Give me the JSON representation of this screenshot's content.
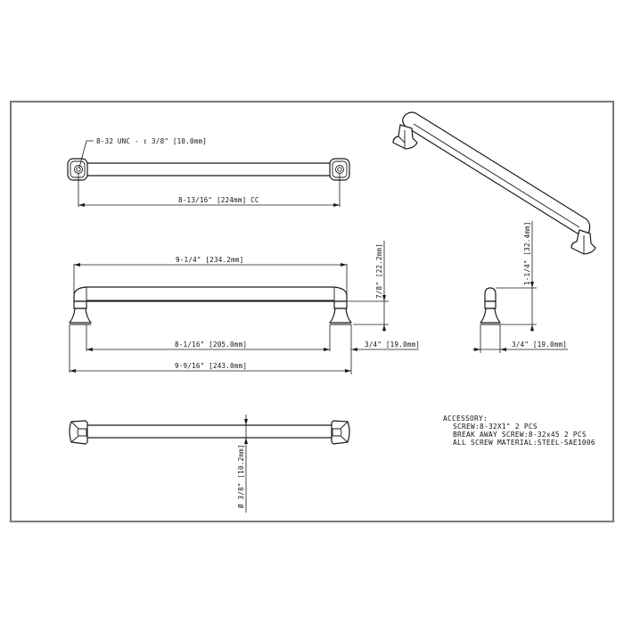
{
  "drawing": {
    "title": "Cabinet pull technical drawing",
    "colors": {
      "frame": "#7a7a7a",
      "line": "#1a1a1a",
      "background": "#ffffff"
    }
  },
  "top_view": {
    "hole_callout": "8-32 UNC - ↧ 3/8\" [10.0mm]",
    "center_to_center": "8-13/16\" [224mm] CC"
  },
  "front_view": {
    "bar_length": "9-1/4\" [234.2mm]",
    "bar_height": "7/8\" [22.2mm]",
    "inner_length": "8-1/16\" [205.0mm]",
    "foot_width": "3/4\" [19.0mm]",
    "overall_length": "9-9/16\" [243.0mm]"
  },
  "side_view": {
    "projection": "1-1/4\" [32.4mm]",
    "foot_width": "3/4\" [19.0mm]"
  },
  "bottom_view": {
    "bar_diameter": "Ø 3/8\" [10.2mm]"
  },
  "accessory_notes": {
    "heading": "ACCESSORY:",
    "lines": [
      "SCREW:8-32X1\" 2 PCS",
      "BREAK AWAY SCREW:8-32x45 2 PCS",
      "ALL SCREW MATERIAL:STEEL-SAE1006"
    ]
  }
}
